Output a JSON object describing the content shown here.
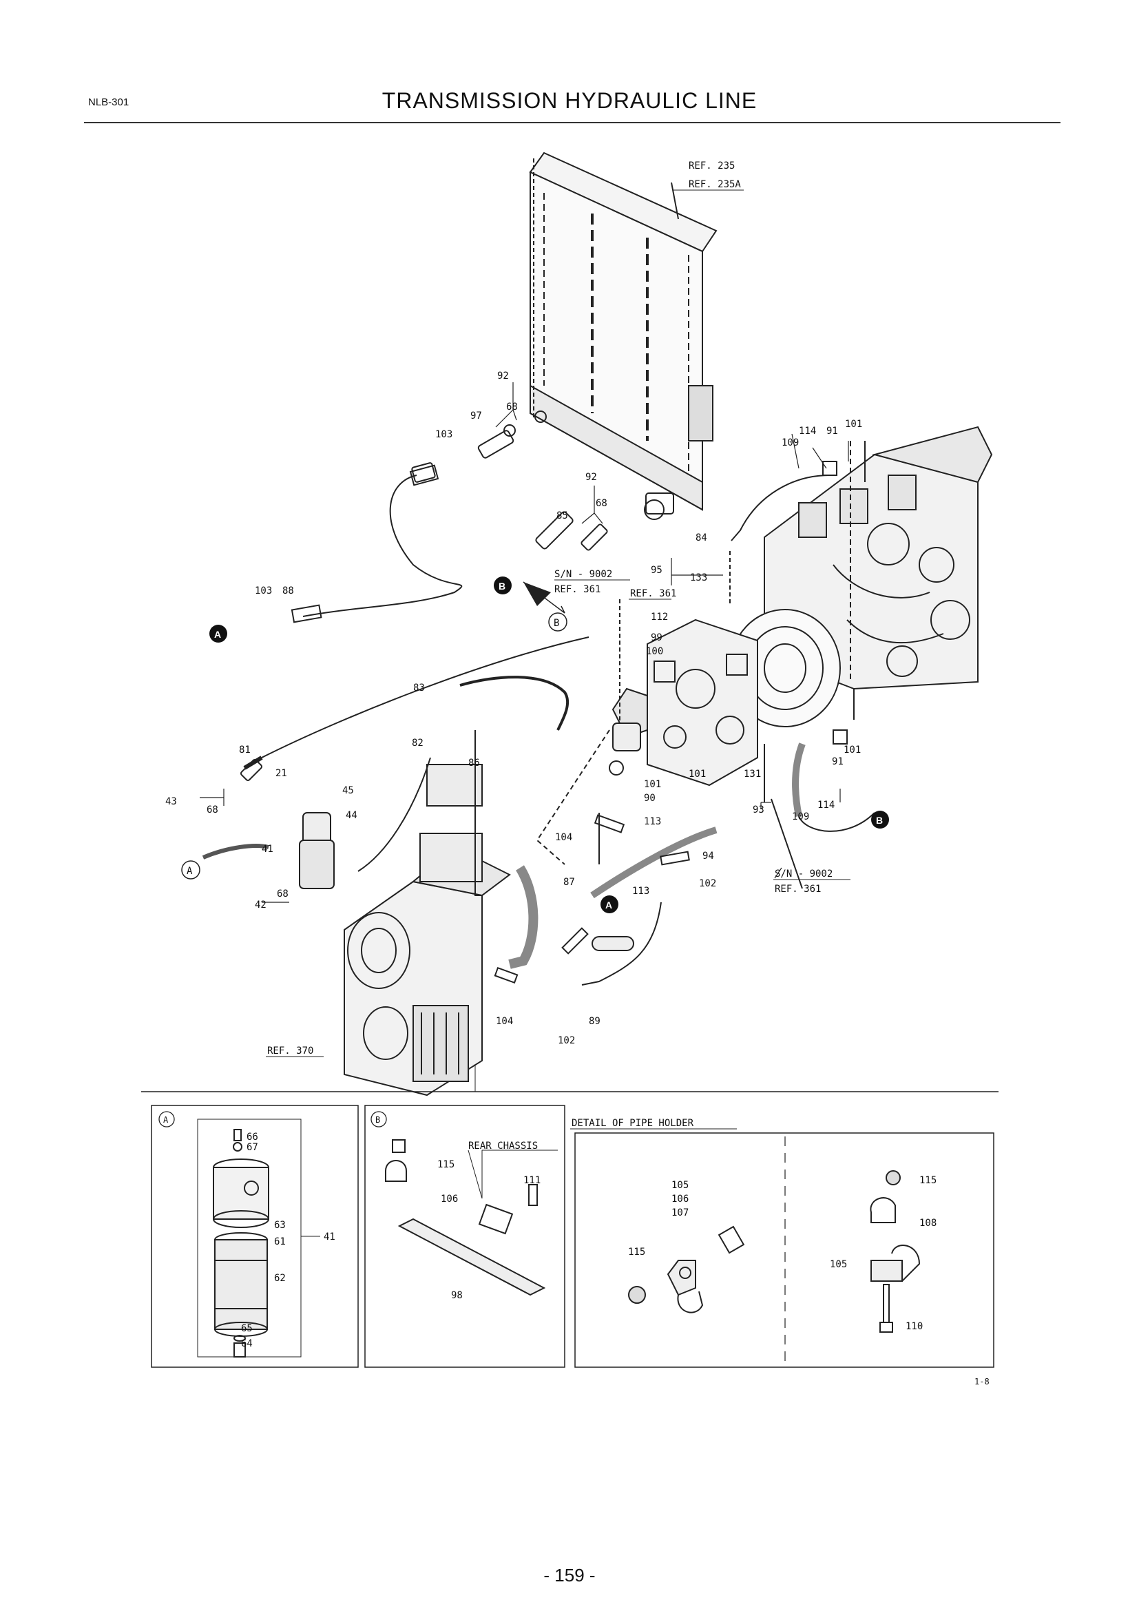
{
  "header": {
    "code": "NLB-301",
    "title": "TRANSMISSION HYDRAULIC LINE"
  },
  "page_number": "- 159 -",
  "figure_code": "1-8",
  "references": {
    "radiator": "REF. 235",
    "radiator_alt": "REF. 235A",
    "valve_top": "REF. 361",
    "valve_sn": "REF. 361",
    "valve_sn_right": "REF. 361",
    "transmission": "REF. 370"
  },
  "serial_notes": {
    "left": "S/N - 9002",
    "right": "S/N - 9002"
  },
  "markers": {
    "a": "A",
    "b": "B"
  },
  "main_part_numbers": {
    "p92a": "92",
    "p68a": "68",
    "p97": "97",
    "p103a": "103",
    "p92b": "92",
    "p68b": "68",
    "p85": "85",
    "p103b": "103",
    "p88": "88",
    "p114a": "114",
    "p91a": "91",
    "p101a": "101",
    "p109a": "109",
    "p84": "84",
    "p95": "95",
    "p133": "133",
    "p112": "112",
    "p99": "99",
    "p100": "100",
    "p83": "83",
    "p81": "81",
    "p82": "82",
    "p86": "86",
    "p21": "21",
    "p45": "45",
    "p44": "44",
    "p43": "43",
    "p68c": "68",
    "p41": "41",
    "p42": "42",
    "p68d": "68",
    "p101b": "101",
    "p90": "90",
    "p113a": "113",
    "p101c": "101",
    "p104a": "104",
    "p94": "94",
    "p87": "87",
    "p113b": "113",
    "p102a": "102",
    "p131": "131",
    "p93": "93",
    "p101d": "101",
    "p91b": "91",
    "p114b": "114",
    "p109b": "109",
    "p104b": "104",
    "p89": "89",
    "p102b": "102"
  },
  "detail_a": {
    "label": "A",
    "p66": "66",
    "p67": "67",
    "p63": "63",
    "p61": "61",
    "p62": "62",
    "p65": "65",
    "p64": "64",
    "p41": "41"
  },
  "detail_b": {
    "label": "B",
    "rear_chassis": "REAR CHASSIS",
    "p115": "115",
    "p106": "106",
    "p111": "111",
    "p98": "98"
  },
  "detail_pipe_holder": {
    "title": "DETAIL OF PIPE HOLDER",
    "p105": "105",
    "p106": "106",
    "p107": "107",
    "p115a": "115",
    "p115b": "115",
    "p108": "108",
    "p105b": "105",
    "p110": "110"
  }
}
